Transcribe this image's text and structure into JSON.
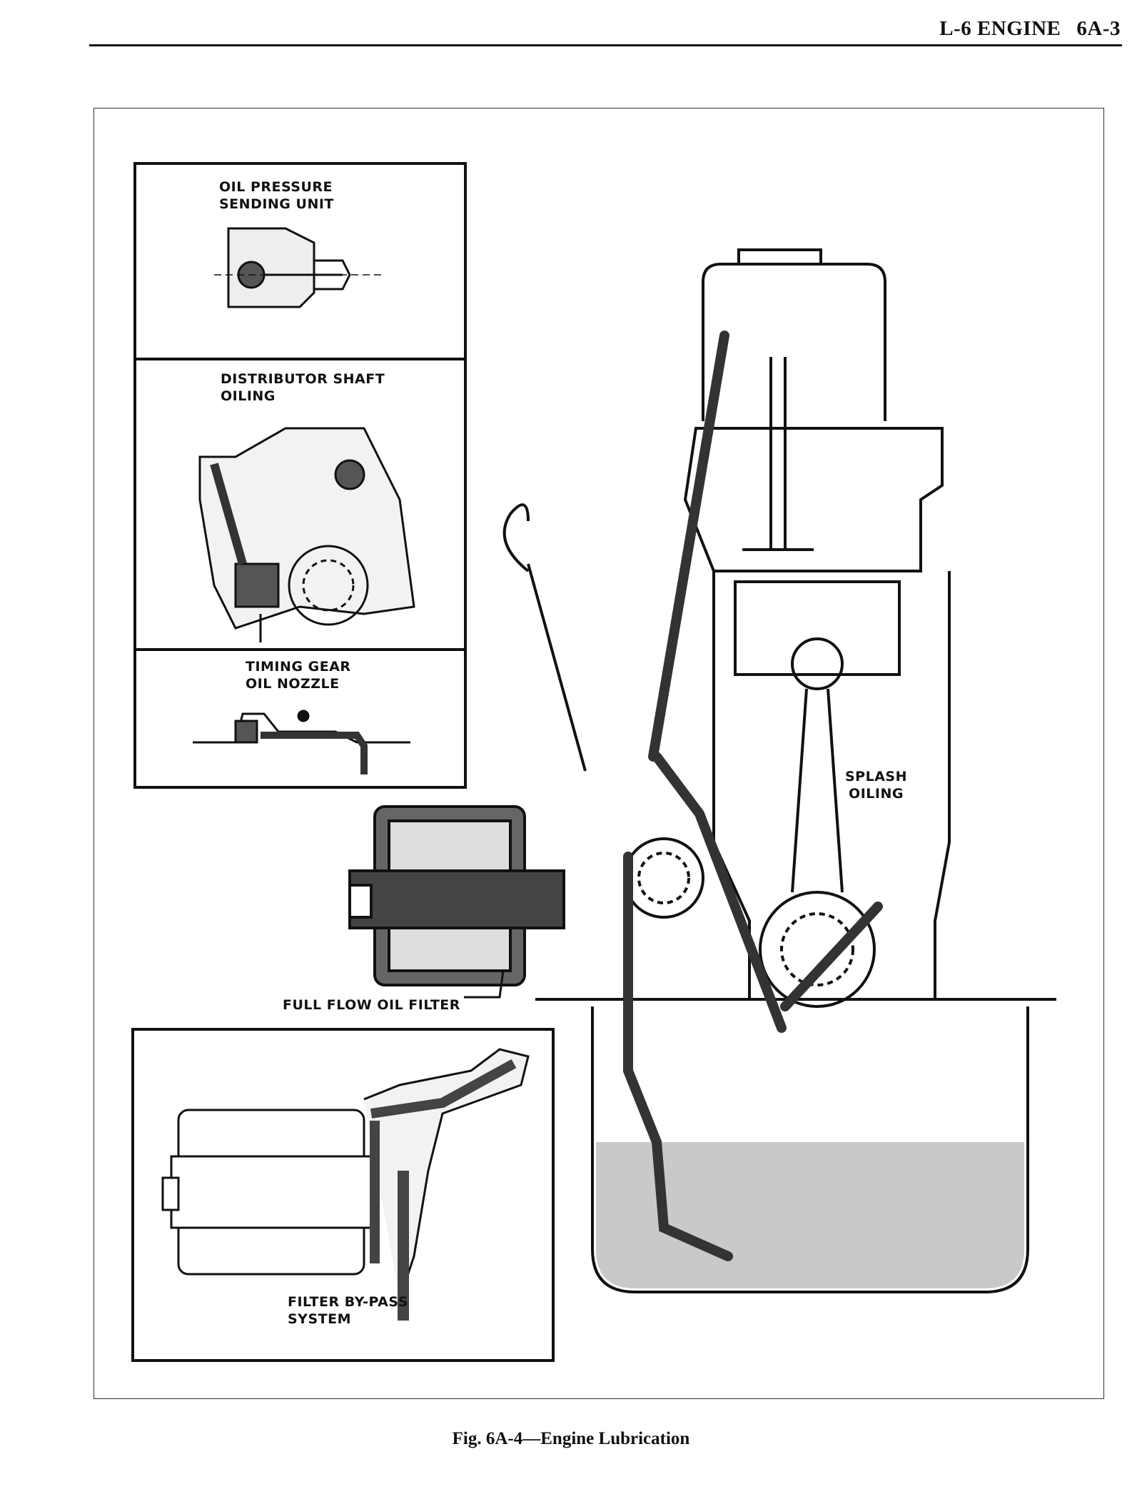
{
  "header": {
    "section": "L-6 ENGINE",
    "page": "6A-3"
  },
  "figure": {
    "caption": "Fig. 6A-4—Engine Lubrication",
    "labels": {
      "oil_pressure": [
        "OIL PRESSURE",
        "SENDING UNIT"
      ],
      "distributor": [
        "DISTRIBUTOR SHAFT",
        "OILING"
      ],
      "timing_gear": [
        "TIMING GEAR",
        "OIL NOZZLE"
      ],
      "full_flow": "FULL FLOW OIL FILTER",
      "splash": [
        "SPLASH",
        "OILING"
      ],
      "bypass": [
        "FILTER BY-PASS",
        "SYSTEM"
      ]
    }
  }
}
